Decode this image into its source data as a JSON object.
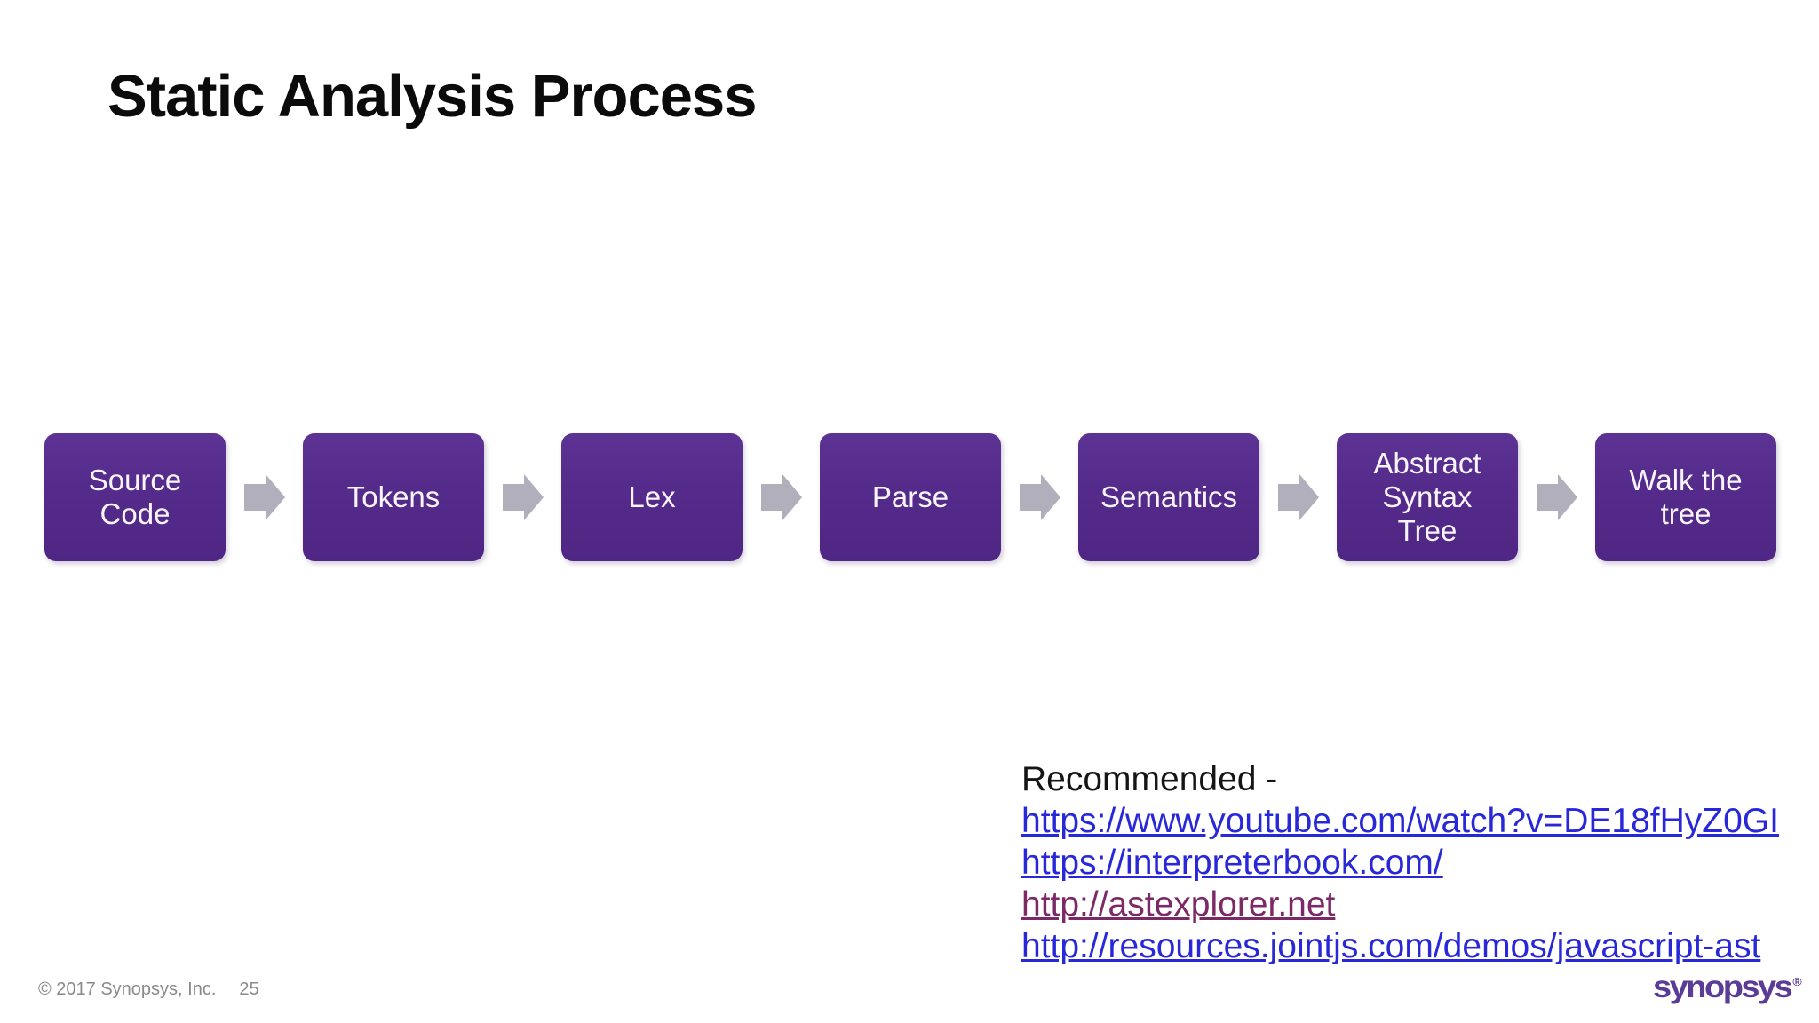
{
  "slide": {
    "title": "Static Analysis Process"
  },
  "flow": {
    "box_color": "#542A8A",
    "box_text_color": "#F7F4FA",
    "arrow_color": "#B2AFBD",
    "steps": [
      {
        "label": "Source\nCode"
      },
      {
        "label": "Tokens"
      },
      {
        "label": "Lex"
      },
      {
        "label": "Parse"
      },
      {
        "label": "Semantics"
      },
      {
        "label": "Abstract\nSyntax\nTree"
      },
      {
        "label": "Walk the\ntree"
      }
    ]
  },
  "links": {
    "heading": "Recommended -",
    "link_color": "#2828D9",
    "visited_color": "#7C2A65",
    "items": [
      {
        "text": "https://www.youtube.com/watch?v=DE18fHyZ0GI",
        "visited": false
      },
      {
        "text": "https://interpreterbook.com/",
        "visited": false
      },
      {
        "text": "http://astexplorer.net",
        "visited": true
      },
      {
        "text": "http://resources.jointjs.com/demos/javascript-ast",
        "visited": false
      }
    ]
  },
  "footer": {
    "copyright": "© 2017 Synopsys, Inc.",
    "page_number": "25"
  },
  "logo": {
    "text": "synopsys",
    "registered": "®",
    "color": "#5A3C96"
  }
}
